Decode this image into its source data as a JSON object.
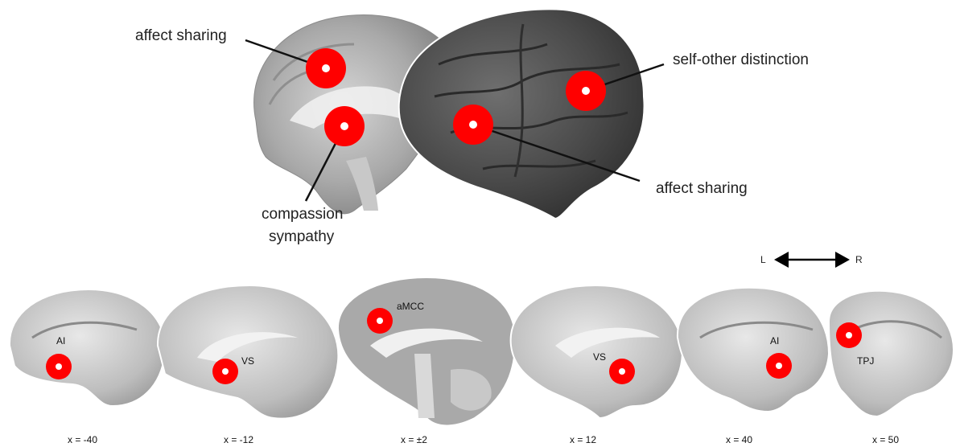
{
  "top": {
    "label_affect_sharing_left": "affect sharing",
    "label_self_other": "self-other distinction",
    "label_affect_sharing_right": "affect sharing",
    "label_compassion": "compassion",
    "label_sympathy": "sympathy"
  },
  "orientation": {
    "left": "L",
    "right": "R"
  },
  "slices": [
    {
      "x_label": "x = -40",
      "regions": [
        "AI"
      ]
    },
    {
      "x_label": "x = -12",
      "regions": [
        "VS"
      ]
    },
    {
      "x_label": "x = ±2",
      "regions": [
        "aMCC"
      ]
    },
    {
      "x_label": "x = 12",
      "regions": [
        "VS"
      ]
    },
    {
      "x_label": "x = 40",
      "regions": [
        "AI"
      ]
    },
    {
      "x_label": "x = 50",
      "regions": [
        "TPJ"
      ]
    }
  ],
  "colors": {
    "marker": "#ff0000",
    "marker_center": "#ffffff",
    "leader_line": "#111111"
  }
}
